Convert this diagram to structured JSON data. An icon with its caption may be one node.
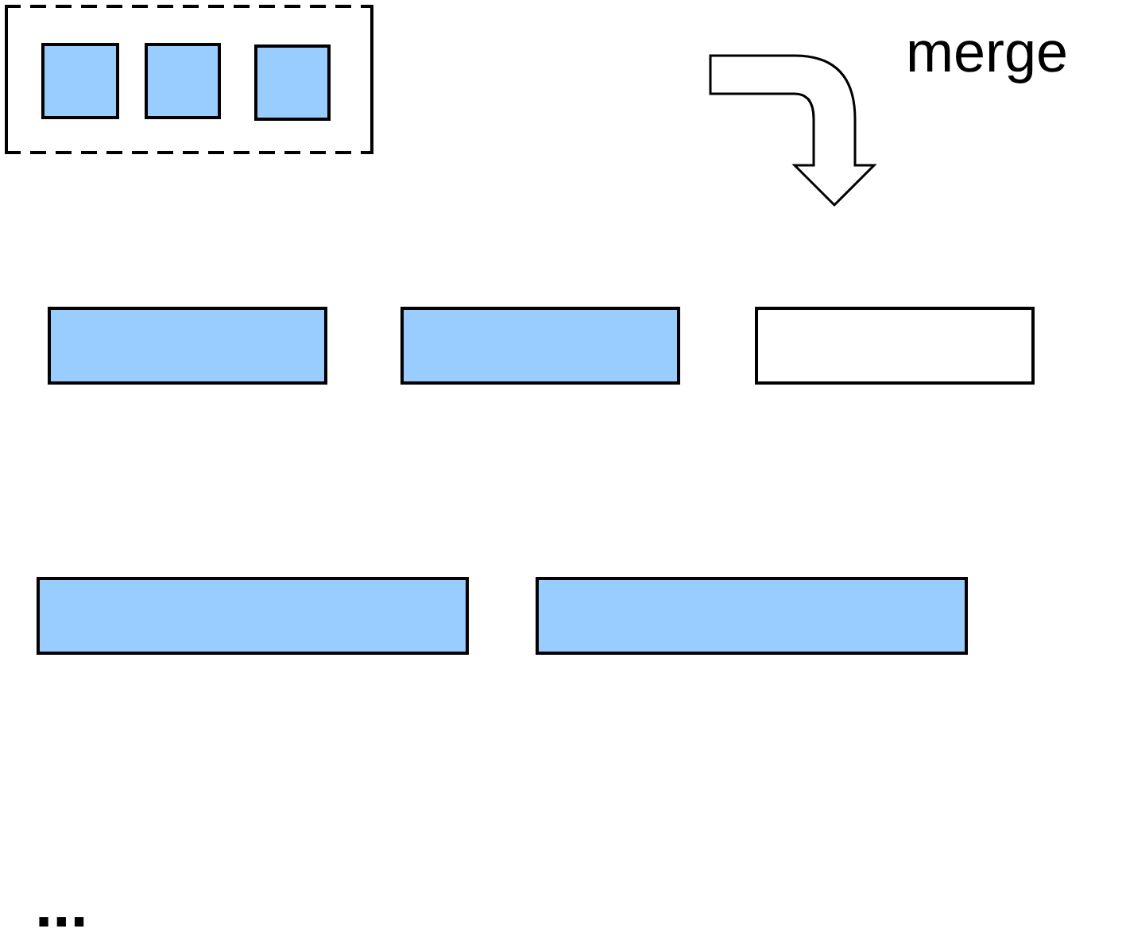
{
  "diagram": {
    "nodes": [
      {
        "text": [],
        "shape": "box"
      },
      {
        "text": [],
        "shape": "box",
        "in": 0
      },
      {
        "text": [],
        "shape": "box",
        "in": 0
      },
      {
        "text": [],
        "shape": "box",
        "in": 0
      },
      {
        "text": [],
        "shape": "box"
      },
      {
        "text": [],
        "shape": "box"
      },
      {
        "text": [],
        "shape": "box"
      },
      {
        "text": [],
        "shape": "box"
      },
      {
        "text": [],
        "shape": "box"
      }
    ],
    "labels": [
      "merge",
      "..."
    ]
  }
}
